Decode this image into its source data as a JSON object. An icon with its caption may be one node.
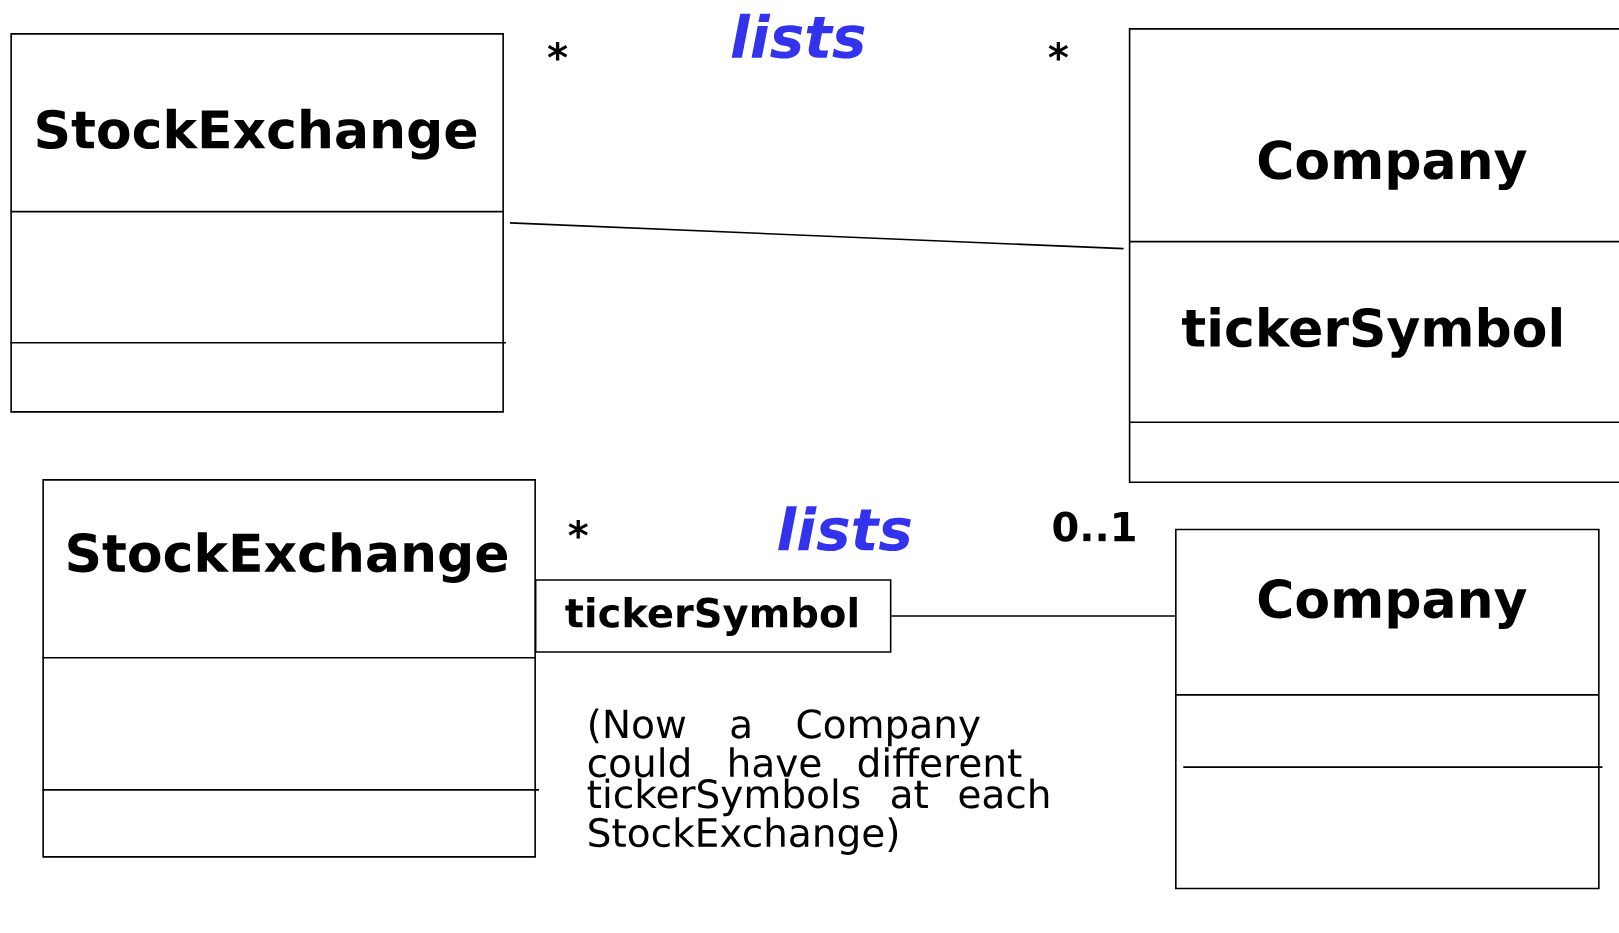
{
  "diagram": {
    "nodes": [
      {
        "text": [
          "StockExchange"
        ]
      },
      {
        "text": [
          "Company",
          "tickerSymbol"
        ]
      },
      {
        "text": [
          "StockExchange"
        ]
      },
      {
        "text": [
          "tickerSymbol"
        ]
      },
      {
        "text": [
          "Company"
        ]
      }
    ],
    "edges": [
      {
        "from": 0,
        "to": 1,
        "arrow": "none",
        "label": "lists"
      },
      {
        "from": 3,
        "to": 4,
        "arrow": "none",
        "label": "lists"
      }
    ],
    "labels": [
      "*",
      "*",
      "*",
      "0..1",
      "(Now a Company could have different tickerSymbols at each StockExchange)"
    ]
  }
}
